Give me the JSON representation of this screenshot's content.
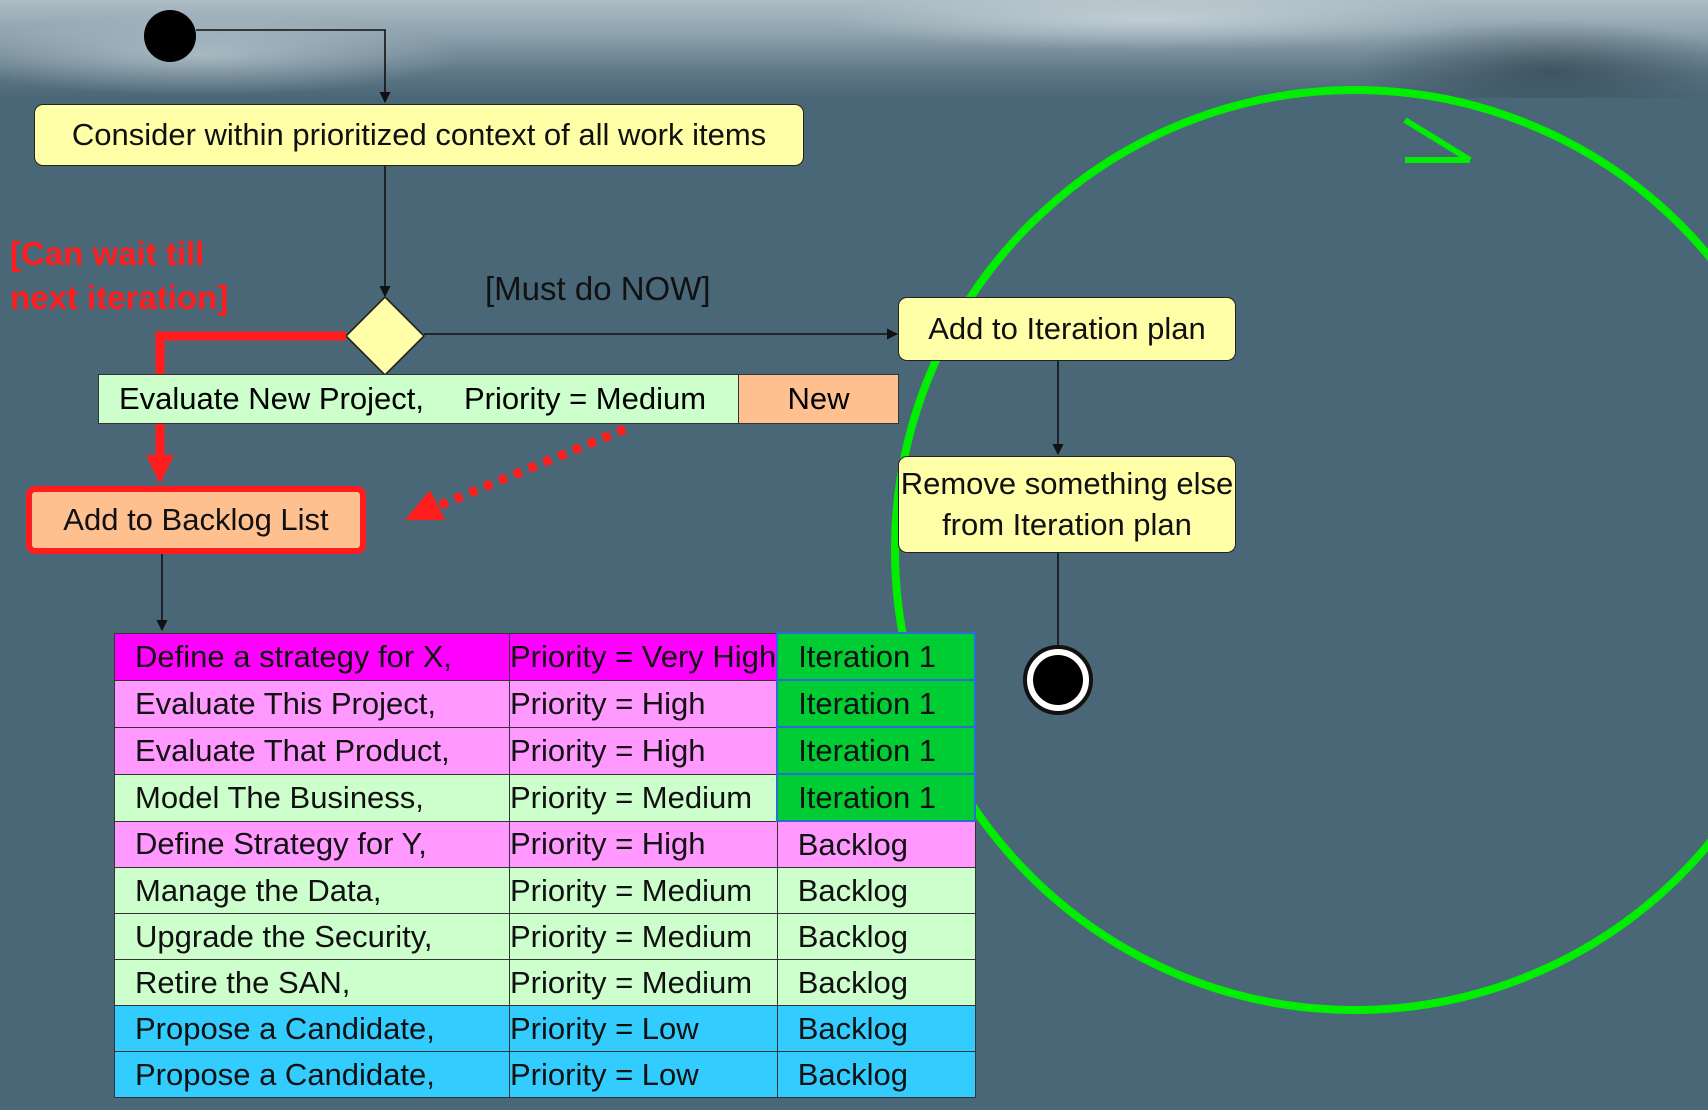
{
  "colors": {
    "background": "#4a6778",
    "decision_fill": "#ffffa8",
    "backlog_box_fill": "#ffc090",
    "backlog_border": "#ff1d1d",
    "cycle_circle": "#00ee00",
    "priority_very_high": "#ff00ff",
    "priority_high": "#ff99ff",
    "priority_medium": "#ccffcc",
    "priority_low": "#33ccff",
    "status_iteration": "#00cc33",
    "status_new": "#ffc090"
  },
  "nodes": {
    "consider": "Consider within prioritized context of all work items",
    "add_iteration": "Add to Iteration plan",
    "remove_something": "Remove something else from Iteration plan",
    "add_backlog": "Add to Backlog List"
  },
  "guards": {
    "can_wait": "[Can wait till next iteration]",
    "must_do": "[Must do NOW]"
  },
  "new_item": {
    "name": "Evaluate New Project,",
    "priority": "Priority = Medium",
    "status": "New"
  },
  "work_items": [
    {
      "name": "Define a strategy for X,",
      "priority": "Priority = Very High",
      "status": "Iteration 1",
      "level": "very_high"
    },
    {
      "name": "Evaluate This Project,",
      "priority": "Priority = High",
      "status": "Iteration 1",
      "level": "high"
    },
    {
      "name": "Evaluate That Product,",
      "priority": "Priority = High",
      "status": "Iteration 1",
      "level": "high"
    },
    {
      "name": "Model The Business,",
      "priority": "Priority = Medium",
      "status": "Iteration 1",
      "level": "medium"
    },
    {
      "name": "Define Strategy for Y,",
      "priority": "Priority = High",
      "status": "Backlog",
      "level": "high"
    },
    {
      "name": "Manage the Data,",
      "priority": "Priority = Medium",
      "status": "Backlog",
      "level": "medium"
    },
    {
      "name": "Upgrade the Security,",
      "priority": "Priority = Medium",
      "status": "Backlog",
      "level": "medium"
    },
    {
      "name": "Retire the SAN,",
      "priority": "Priority = Medium",
      "status": "Backlog",
      "level": "medium"
    },
    {
      "name": "Propose a Candidate,",
      "priority": "Priority = Low",
      "status": "Backlog",
      "level": "low"
    },
    {
      "name": "Propose a Candidate,",
      "priority": "Priority = Low",
      "status": "Backlog",
      "level": "low"
    }
  ]
}
